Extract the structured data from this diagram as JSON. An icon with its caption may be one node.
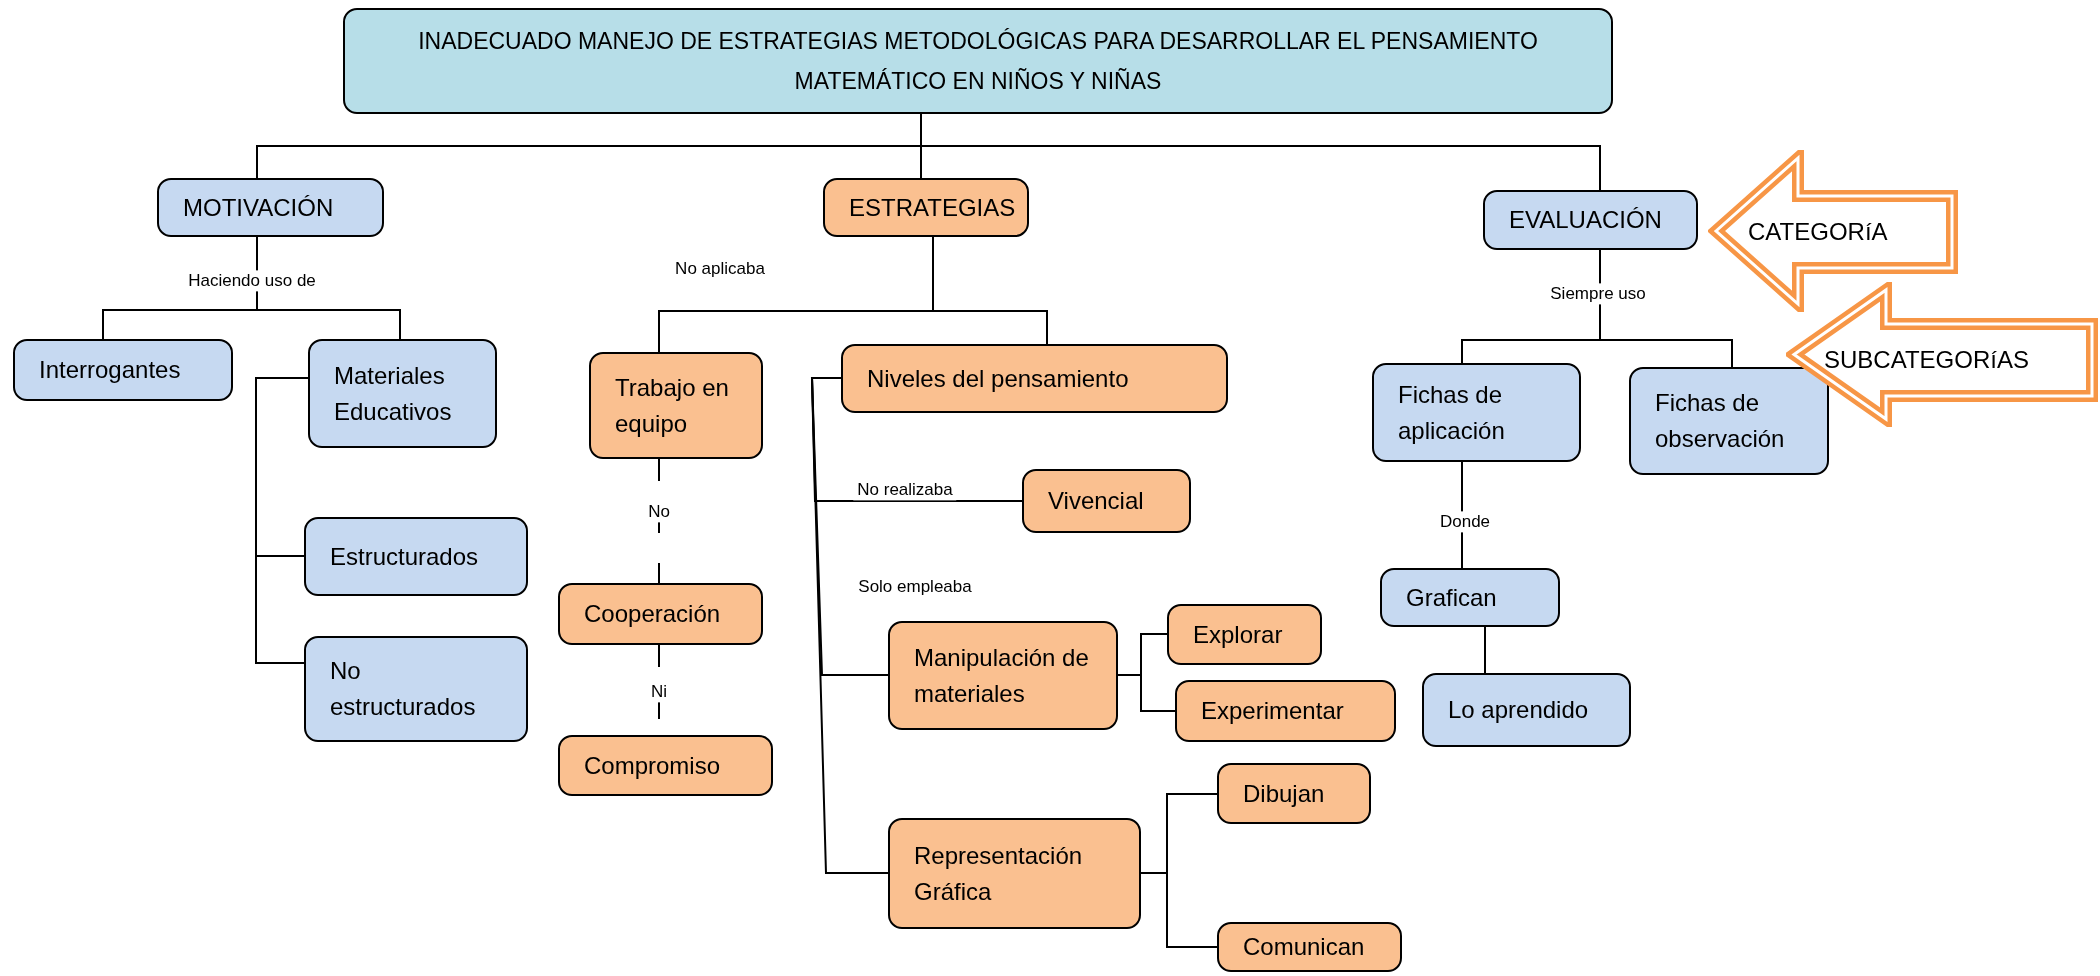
{
  "diagram": {
    "nodes": [
      {
        "text": [
          "INADECUADO MANEJO DE ESTRATEGIAS METODOLÓGICAS PARA DESARROLLAR EL PENSAMIENTO MATEMÁTICO EN NIÑOS Y NIÑAS"
        ]
      },
      {
        "text": [
          "MOTIVACIÓN"
        ]
      },
      {
        "text": [
          "ESTRATEGIAS"
        ]
      },
      {
        "text": [
          "EVALUACIÓN"
        ]
      },
      {
        "text": [
          "CATEGORíA"
        ]
      },
      {
        "text": [
          "Interrogantes"
        ]
      },
      {
        "text": [
          "Materiales Educativos"
        ]
      },
      {
        "text": [
          "Trabajo en equipo"
        ]
      },
      {
        "text": [
          "Niveles del pensamiento"
        ]
      },
      {
        "text": [
          "Fichas de aplicación"
        ]
      },
      {
        "text": [
          "Fichas de observación"
        ]
      },
      {
        "text": [
          "SUBCATEGORíAS"
        ]
      },
      {
        "text": [
          "Vivencial"
        ]
      },
      {
        "text": [
          "Estructurados"
        ]
      },
      {
        "text": [
          "Cooperación"
        ]
      },
      {
        "text": [
          "Manipulación de materiales"
        ]
      },
      {
        "text": [
          "Explorar"
        ]
      },
      {
        "text": [
          "Experimentar"
        ]
      },
      {
        "text": [
          "Grafican"
        ]
      },
      {
        "text": [
          "No estructurados"
        ]
      },
      {
        "text": [
          "Compromiso"
        ]
      },
      {
        "text": [
          "Lo aprendido"
        ]
      },
      {
        "text": [
          "Representación Gráfica"
        ]
      },
      {
        "text": [
          "Dibujan"
        ]
      },
      {
        "text": [
          "Comunican"
        ]
      }
    ],
    "edges": [
      {
        "from": 0,
        "to": 1,
        "arrow": "none"
      },
      {
        "from": 0,
        "to": 2,
        "arrow": "none"
      },
      {
        "from": 0,
        "to": 3,
        "arrow": "none"
      },
      {
        "from": 1,
        "to": 5,
        "arrow": "none"
      },
      {
        "from": 1,
        "to": 6,
        "arrow": "none"
      },
      {
        "from": 6,
        "to": 13,
        "arrow": "none"
      },
      {
        "from": 6,
        "to": 19,
        "arrow": "none"
      },
      {
        "from": 2,
        "to": 7,
        "arrow": "none"
      },
      {
        "from": 2,
        "to": 8,
        "arrow": "none"
      },
      {
        "from": 7,
        "to": 14,
        "arrow": "none",
        "label": "No",
        "style": "dashed"
      },
      {
        "from": 14,
        "to": 20,
        "arrow": "none",
        "label": "Ni",
        "style": "dashed"
      },
      {
        "from": 8,
        "to": 12,
        "arrow": "none"
      },
      {
        "from": 8,
        "to": 15,
        "arrow": "none"
      },
      {
        "from": 8,
        "to": 22,
        "arrow": "none"
      },
      {
        "from": 15,
        "to": 16,
        "arrow": "none"
      },
      {
        "from": 15,
        "to": 17,
        "arrow": "none"
      },
      {
        "from": 22,
        "to": 23,
        "arrow": "none"
      },
      {
        "from": 22,
        "to": 24,
        "arrow": "none"
      },
      {
        "from": 3,
        "to": 9,
        "arrow": "none"
      },
      {
        "from": 3,
        "to": 10,
        "arrow": "none"
      },
      {
        "from": 9,
        "to": 18,
        "arrow": "none",
        "label": "Donde"
      },
      {
        "from": 18,
        "to": 21,
        "arrow": "none"
      }
    ],
    "labels": [
      "Haciendo uso de",
      "No aplicaba",
      "Siempre uso",
      "No realizaba",
      "Solo empleaba"
    ]
  }
}
